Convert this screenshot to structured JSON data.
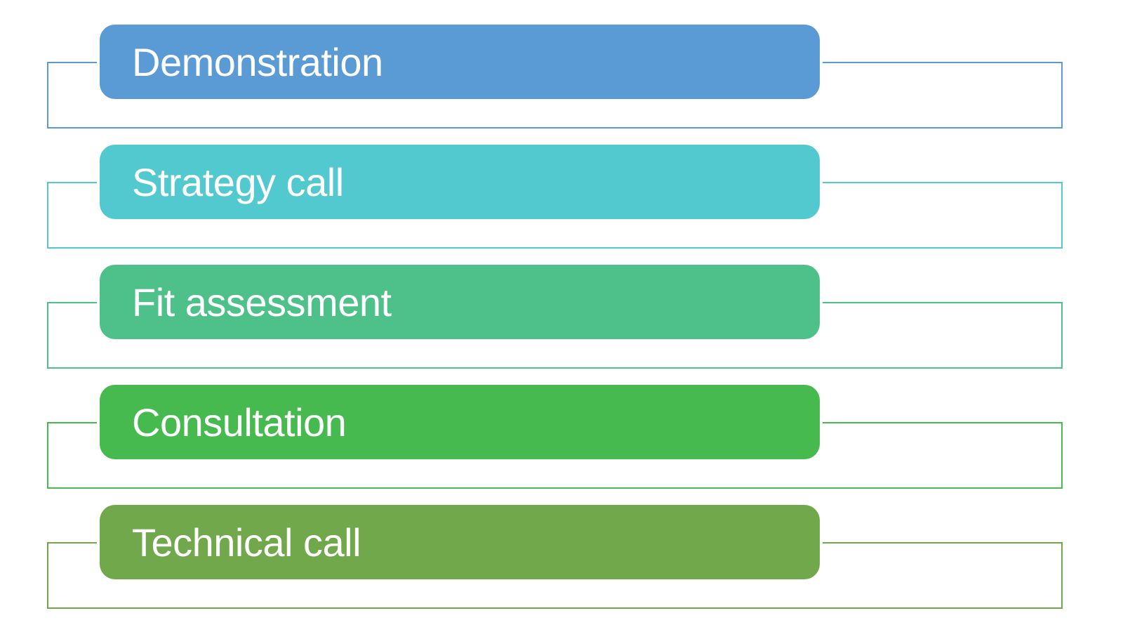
{
  "diagram": {
    "type": "vertical-list-smartart",
    "background": "#ffffff",
    "text_color": "#ffffff",
    "items": [
      {
        "label": "Demonstration",
        "fill": "#5B9BD5",
        "outline": "#5B9BD5"
      },
      {
        "label": "Strategy call",
        "fill": "#52C9CE",
        "outline": "#52C9CE"
      },
      {
        "label": "Fit assessment",
        "fill": "#4DC189",
        "outline": "#4DC189"
      },
      {
        "label": "Consultation",
        "fill": "#47BA4F",
        "outline": "#47BA4F"
      },
      {
        "label": "Technical call",
        "fill": "#70A84B",
        "outline": "#70A84B"
      }
    ]
  }
}
